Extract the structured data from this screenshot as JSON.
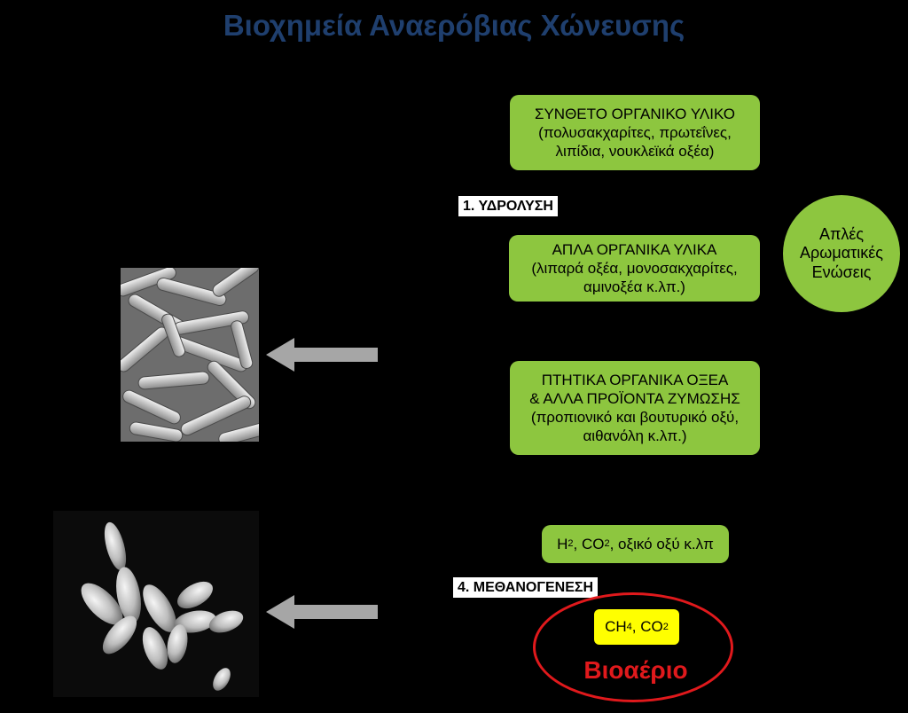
{
  "title": "Βιοχημεία Αναερόβιας Χώνευσης",
  "boxes": {
    "complex": {
      "line1": "ΣΥΝΘΕΤΟ ΟΡΓΑΝΙΚΟ ΥΛΙΚΟ",
      "line2": "(πολυσακχαρίτες, πρωτεΐνες,",
      "line3": "λιπίδια, νουκλεϊκά οξέα)"
    },
    "simple": {
      "line1": "ΑΠΛΑ ΟΡΓΑΝΙΚΑ ΥΛΙΚΑ",
      "line2": "(λιπαρά οξέα, μονοσακχαρίτες,",
      "line3": "αμινοξέα κ.λπ.)"
    },
    "volatile": {
      "line1": "ΠΤΗΤΙΚΑ ΟΡΓΑΝΙΚΑ ΟΞΕΑ",
      "line2": "& ΑΛΛΑ ΠΡΟΪΟΝΤΑ ΖΥΜΩΣΗΣ",
      "line3": "(προπιονικό και βουτυρικό οξύ,",
      "line4": "αιθανόλη κ.λπ.)"
    },
    "h2": {
      "h": "H",
      "h_sub": "2",
      "mid": ", CO",
      "co_sub": "2",
      "rest": ", οξικό οξύ κ.λπ"
    }
  },
  "labels": {
    "hydrolysis": "1. ΥΔΡΟΛΥΣΗ",
    "methanogenesis": "4. ΜΕΘΑΝΟΓΕΝΕΣΗ"
  },
  "circle": {
    "line1": "Απλές",
    "line2": "Αρωματικές",
    "line3": "Ενώσεις"
  },
  "products": {
    "ch": "CH",
    "ch_sub": "4",
    "co": ", CO",
    "co_sub": "2",
    "biogas": "Βιοαέριο"
  },
  "colors": {
    "box_green": "#8dc63f",
    "title_blue": "#1f3f6e",
    "biogas_red": "#e0191c",
    "product_yellow": "#ffff00",
    "arrow_gray": "#a6a6a6"
  }
}
